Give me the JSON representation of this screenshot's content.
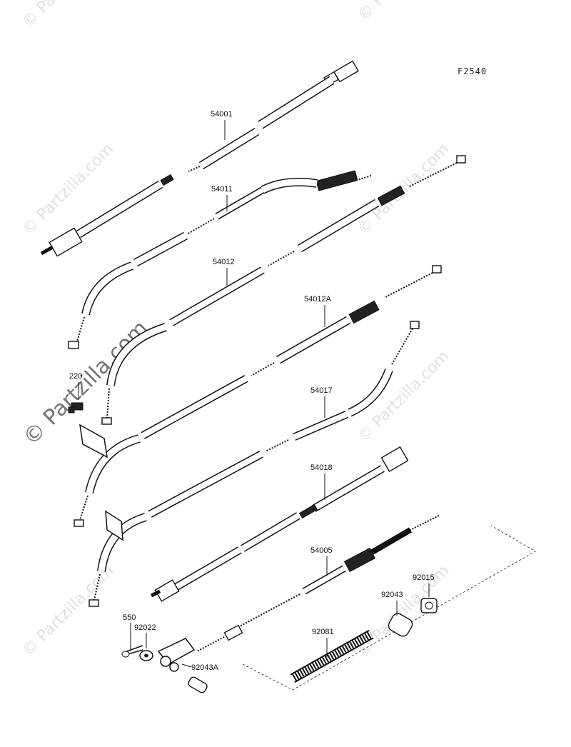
{
  "figure_code": "F2540",
  "watermark": "© Partzilla.com",
  "parts": [
    {
      "id": "54001",
      "label": "54001"
    },
    {
      "id": "54011",
      "label": "54011"
    },
    {
      "id": "54012",
      "label": "54012"
    },
    {
      "id": "54012A",
      "label": "54012A"
    },
    {
      "id": "220",
      "label": "220"
    },
    {
      "id": "54017",
      "label": "54017"
    },
    {
      "id": "54018",
      "label": "54018"
    },
    {
      "id": "54005",
      "label": "54005"
    },
    {
      "id": "92015",
      "label": "92015"
    },
    {
      "id": "92043",
      "label": "92043"
    },
    {
      "id": "550",
      "label": "550"
    },
    {
      "id": "92022",
      "label": "92022"
    },
    {
      "id": "92081",
      "label": "92081"
    },
    {
      "id": "92043A",
      "label": "92043A"
    }
  ]
}
